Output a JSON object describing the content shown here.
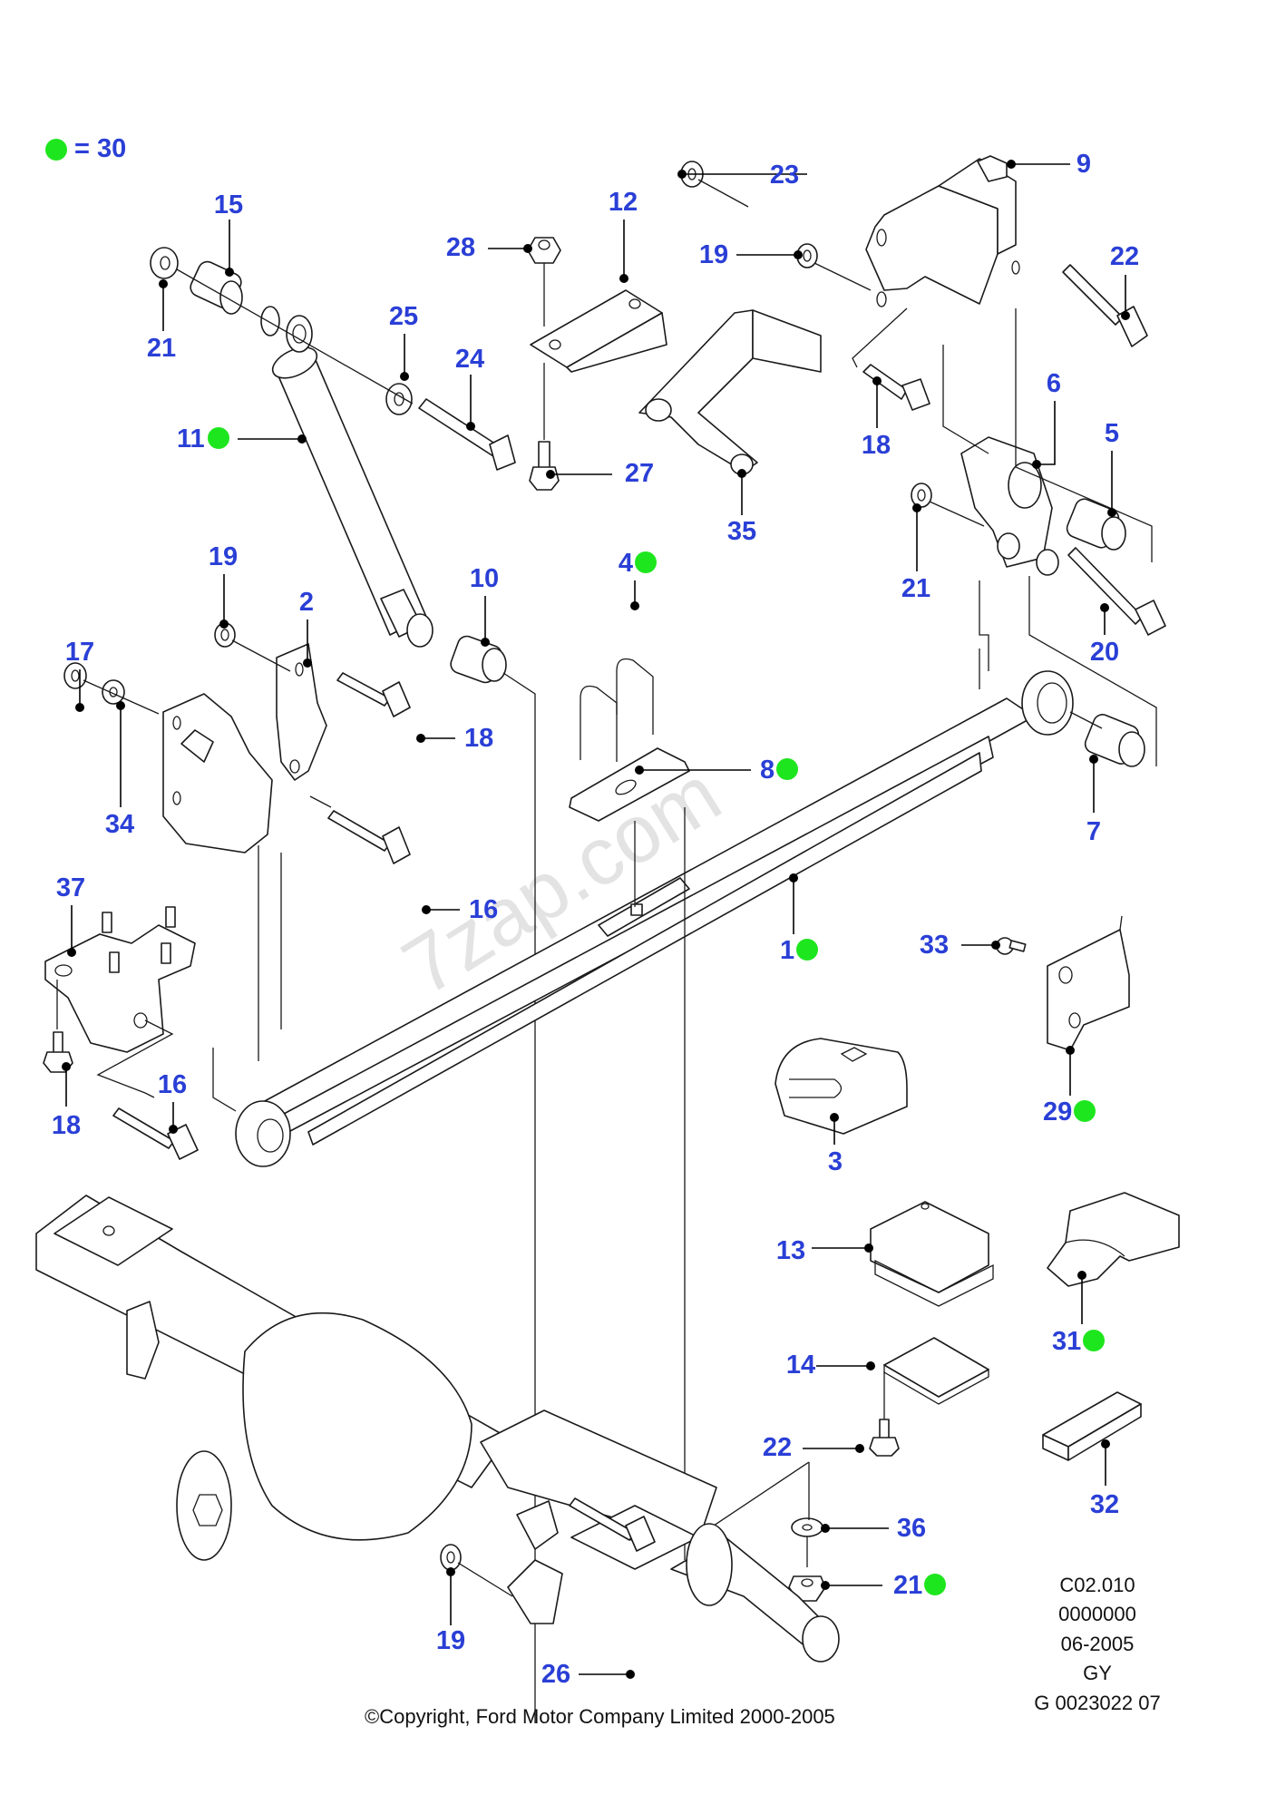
{
  "legend": {
    "marker": "green-dot",
    "marker_color": "#1ee61e",
    "text": "= 30"
  },
  "watermark": "7zap.com",
  "callouts": [
    {
      "id": "c15",
      "label": "15",
      "marked": false
    },
    {
      "id": "c21a",
      "label": "21",
      "marked": false
    },
    {
      "id": "c11",
      "label": "11",
      "marked": true
    },
    {
      "id": "c25",
      "label": "25",
      "marked": false
    },
    {
      "id": "c24",
      "label": "24",
      "marked": false
    },
    {
      "id": "c28",
      "label": "28",
      "marked": false
    },
    {
      "id": "c12",
      "label": "12",
      "marked": false
    },
    {
      "id": "c27",
      "label": "27",
      "marked": false
    },
    {
      "id": "c35",
      "label": "35",
      "marked": false
    },
    {
      "id": "c23",
      "label": "23",
      "marked": false
    },
    {
      "id": "c9",
      "label": "9",
      "marked": false
    },
    {
      "id": "c19a",
      "label": "19",
      "marked": false
    },
    {
      "id": "c22a",
      "label": "22",
      "marked": false
    },
    {
      "id": "c18a",
      "label": "18",
      "marked": false
    },
    {
      "id": "c6",
      "label": "6",
      "marked": false
    },
    {
      "id": "c5",
      "label": "5",
      "marked": false
    },
    {
      "id": "c21b",
      "label": "21",
      "marked": false
    },
    {
      "id": "c20",
      "label": "20",
      "marked": false
    },
    {
      "id": "c7",
      "label": "7",
      "marked": false
    },
    {
      "id": "c4",
      "label": "4",
      "marked": true
    },
    {
      "id": "c8",
      "label": "8",
      "marked": true
    },
    {
      "id": "c1",
      "label": "1",
      "marked": true
    },
    {
      "id": "c10",
      "label": "10",
      "marked": false
    },
    {
      "id": "c19b",
      "label": "19",
      "marked": false
    },
    {
      "id": "c2",
      "label": "2",
      "marked": false
    },
    {
      "id": "c17",
      "label": "17",
      "marked": false
    },
    {
      "id": "c18b",
      "label": "18",
      "marked": false
    },
    {
      "id": "c34",
      "label": "34",
      "marked": false
    },
    {
      "id": "c16a",
      "label": "16",
      "marked": false
    },
    {
      "id": "c37",
      "label": "37",
      "marked": false
    },
    {
      "id": "c18c",
      "label": "18",
      "marked": false
    },
    {
      "id": "c16b",
      "label": "16",
      "marked": false
    },
    {
      "id": "c33",
      "label": "33",
      "marked": false
    },
    {
      "id": "c29",
      "label": "29",
      "marked": true
    },
    {
      "id": "c3",
      "label": "3",
      "marked": false
    },
    {
      "id": "c13",
      "label": "13",
      "marked": false
    },
    {
      "id": "c31",
      "label": "31",
      "marked": true
    },
    {
      "id": "c14",
      "label": "14",
      "marked": false
    },
    {
      "id": "c22b",
      "label": "22",
      "marked": false
    },
    {
      "id": "c32",
      "label": "32",
      "marked": false
    },
    {
      "id": "c36",
      "label": "36",
      "marked": false
    },
    {
      "id": "c21c",
      "label": "21",
      "marked": true
    },
    {
      "id": "c19c",
      "label": "19",
      "marked": false
    },
    {
      "id": "c26",
      "label": "26",
      "marked": false
    }
  ],
  "info_block": [
    "C02.010",
    "0000000",
    "06-2005",
    "GY",
    "G 0023022 07"
  ],
  "copyright": "©Copyright, Ford Motor Company Limited 2000-2005"
}
